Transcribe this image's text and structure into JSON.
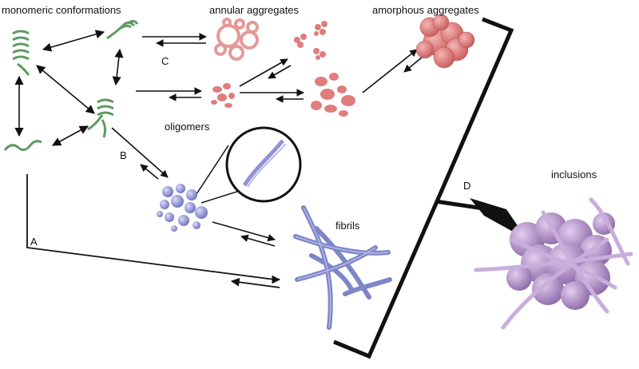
{
  "labels": {
    "monomeric": "monomeric conformations",
    "annular": "annular aggregates",
    "amorphous": "amorphous aggregates",
    "oligomers": "oligomers",
    "fibrils": "fibrils",
    "inclusions": "inclusions"
  },
  "pathways": {
    "a": "A",
    "b": "B",
    "c": "C",
    "d": "D"
  },
  "colors": {
    "monomer": "#79b27a",
    "annular": "#e9a5a5",
    "amorphous": "#e07d7d",
    "oligomer": "#8f93d6",
    "fibril": "#7e86c8",
    "inclusion": "#b897cf",
    "line": "#111111"
  }
}
